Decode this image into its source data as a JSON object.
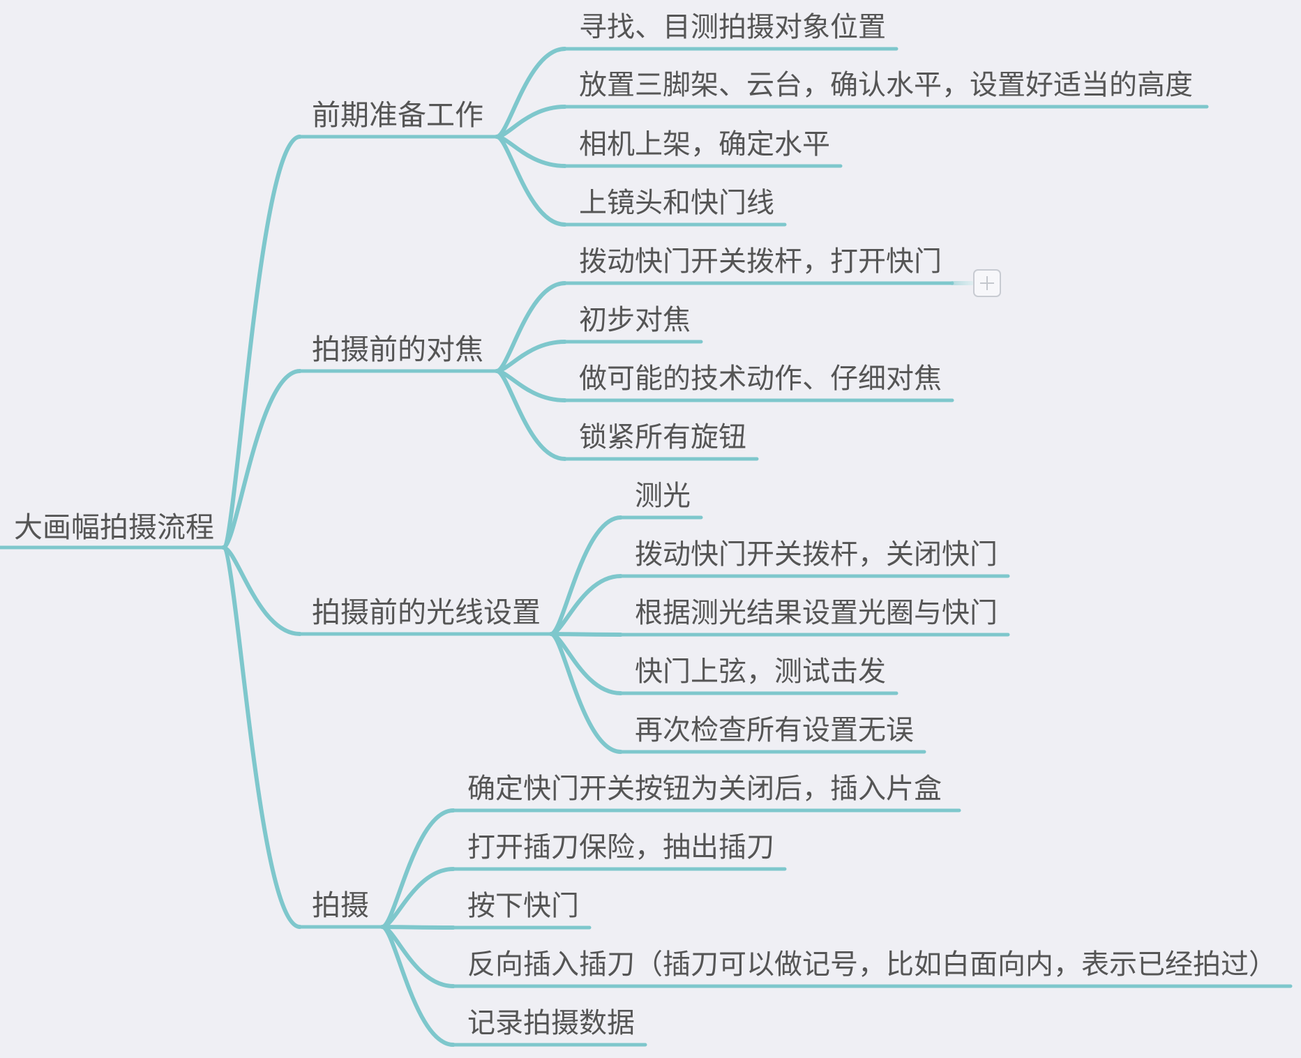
{
  "mindmap": {
    "root": "大画幅拍摄流程",
    "branches": [
      {
        "label": "前期准备工作",
        "children": [
          "寻找、目测拍摄对象位置",
          "放置三脚架、云台，确认水平，设置好适当的高度",
          "相机上架，确定水平",
          "上镜头和快门线"
        ]
      },
      {
        "label": "拍摄前的对焦",
        "children": [
          "拨动快门开关拨杆，打开快门",
          "初步对焦",
          "做可能的技术动作、仔细对焦",
          "锁紧所有旋钮"
        ]
      },
      {
        "label": "拍摄前的光线设置",
        "children": [
          "测光",
          "拨动快门开关拨杆，关闭快门",
          "根据测光结果设置光圈与快门",
          "快门上弦，测试击发",
          "再次检查所有设置无误"
        ]
      },
      {
        "label": "拍摄",
        "children": [
          "确定快门开关按钮为关闭后，插入片盒",
          "打开插刀保险，抽出插刀",
          "按下快门",
          "反向插入插刀（插刀可以做记号，比如白面向内，表示已经拍过）",
          "记录拍摄数据"
        ]
      }
    ]
  },
  "colors": {
    "line": "#7ec7cc",
    "text": "#555555",
    "background": "#efeff4"
  },
  "icons": {
    "expand": "plus-icon"
  }
}
